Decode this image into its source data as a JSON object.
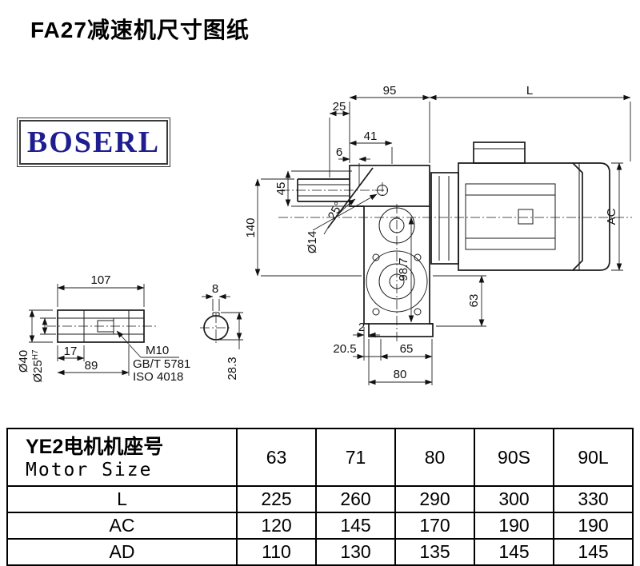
{
  "page": {
    "title": "FA27减速机尺寸图纸"
  },
  "logo": {
    "text": "BOSERL"
  },
  "drawing": {
    "dims": {
      "d95": "95",
      "dL": "L",
      "d25": "25",
      "d41": "41",
      "d6": "6",
      "d45": "45",
      "d140": "140",
      "dia14": "Ø14",
      "a25": "25°",
      "dAC": "AC",
      "d98_7": "98.7",
      "d63": "63",
      "d2": "2",
      "d20_5": "20.5",
      "d65": "65",
      "d80": "80"
    },
    "shaft": {
      "d107": "107",
      "d17": "17",
      "d89": "89",
      "dia40": "Ø40",
      "dia25": "Ø25",
      "tol": "H7",
      "m10": "M10",
      "gbt": "GB/T 5781",
      "iso": "ISO 4018",
      "d8": "8",
      "d28_3": "28.3"
    }
  },
  "table": {
    "header_cn": "YE2电机机座号",
    "header_en": "Motor Size",
    "sizes": [
      "63",
      "71",
      "80",
      "90S",
      "90L"
    ],
    "rows": [
      {
        "label": "L",
        "values": [
          "225",
          "260",
          "290",
          "300",
          "330"
        ]
      },
      {
        "label": "AC",
        "values": [
          "120",
          "145",
          "170",
          "190",
          "190"
        ]
      },
      {
        "label": "AD",
        "values": [
          "110",
          "130",
          "135",
          "145",
          "145"
        ]
      }
    ]
  }
}
